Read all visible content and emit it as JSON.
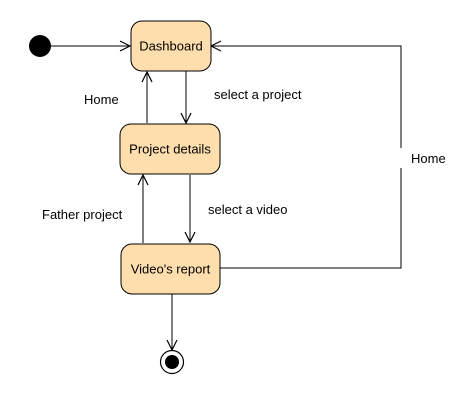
{
  "diagram": {
    "type": "uml-state-machine",
    "colors": {
      "state_fill": "#ffdead",
      "stroke": "#000000",
      "background": "#ffffff"
    },
    "states": [
      {
        "id": "dashboard",
        "label": "Dashboard"
      },
      {
        "id": "project_details",
        "label": "Project details"
      },
      {
        "id": "videos_report",
        "label": "Video's report"
      }
    ],
    "pseudo_states": [
      {
        "id": "initial",
        "kind": "initial"
      },
      {
        "id": "final",
        "kind": "final"
      }
    ],
    "transitions": [
      {
        "from": "initial",
        "to": "dashboard",
        "label": ""
      },
      {
        "from": "dashboard",
        "to": "project_details",
        "label": "select a project"
      },
      {
        "from": "project_details",
        "to": "dashboard",
        "label": "Home"
      },
      {
        "from": "project_details",
        "to": "videos_report",
        "label": "select a video"
      },
      {
        "from": "videos_report",
        "to": "project_details",
        "label": "Father project"
      },
      {
        "from": "videos_report",
        "to": "dashboard",
        "label": "Home"
      },
      {
        "from": "videos_report",
        "to": "final",
        "label": ""
      }
    ]
  }
}
